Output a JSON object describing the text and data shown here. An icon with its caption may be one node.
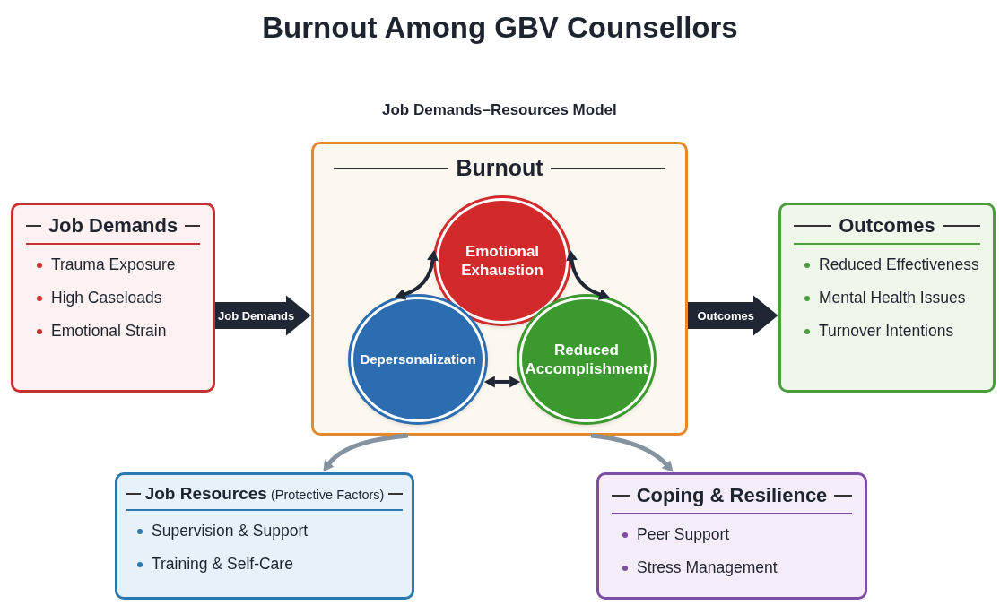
{
  "diagram": {
    "title": "Burnout Among GBV Counsellors",
    "nodes": [
      {
        "text": [
          "Job Demands",
          "Trauma Exposure",
          "High Caseloads",
          "Emotional Strain"
        ]
      },
      {
        "text": [
          "Burnout"
        ],
        "beside": [
          "Job Demands–Resources Model"
        ]
      },
      {
        "text": [
          "Emotional Exhaustion"
        ],
        "in": 1
      },
      {
        "text": [
          "Depersonalization"
        ],
        "in": 1
      },
      {
        "text": [
          "Reduced Accomplishment"
        ],
        "in": 1
      },
      {
        "text": [
          "Outcomes",
          "Reduced Effectiveness",
          "Mental Health Issues",
          "Turnover Intentions"
        ]
      },
      {
        "text": [
          "**Job Resources** (Protective Factors)",
          "Supervision & Support",
          "Training & Self-Care"
        ]
      },
      {
        "text": [
          "Coping & Resilience",
          "Peer Support",
          "Stress Management"
        ]
      }
    ],
    "edges": [
      {
        "from": 0,
        "to": 1,
        "arrow": "to",
        "label": "Job Demands",
        "style": "thick"
      },
      {
        "from": 1,
        "to": 5,
        "arrow": "to",
        "label": "Outcomes",
        "style": "thick"
      },
      {
        "from": 2,
        "to": 3,
        "arrow": "both"
      },
      {
        "from": 2,
        "to": 4,
        "arrow": "both"
      },
      {
        "from": 3,
        "to": 4,
        "arrow": "both"
      },
      {
        "from": 1,
        "to": 6,
        "arrow": "to",
        "color": "#8593a1"
      },
      {
        "from": 1,
        "to": 7,
        "arrow": "to",
        "color": "#8593a1"
      }
    ]
  }
}
